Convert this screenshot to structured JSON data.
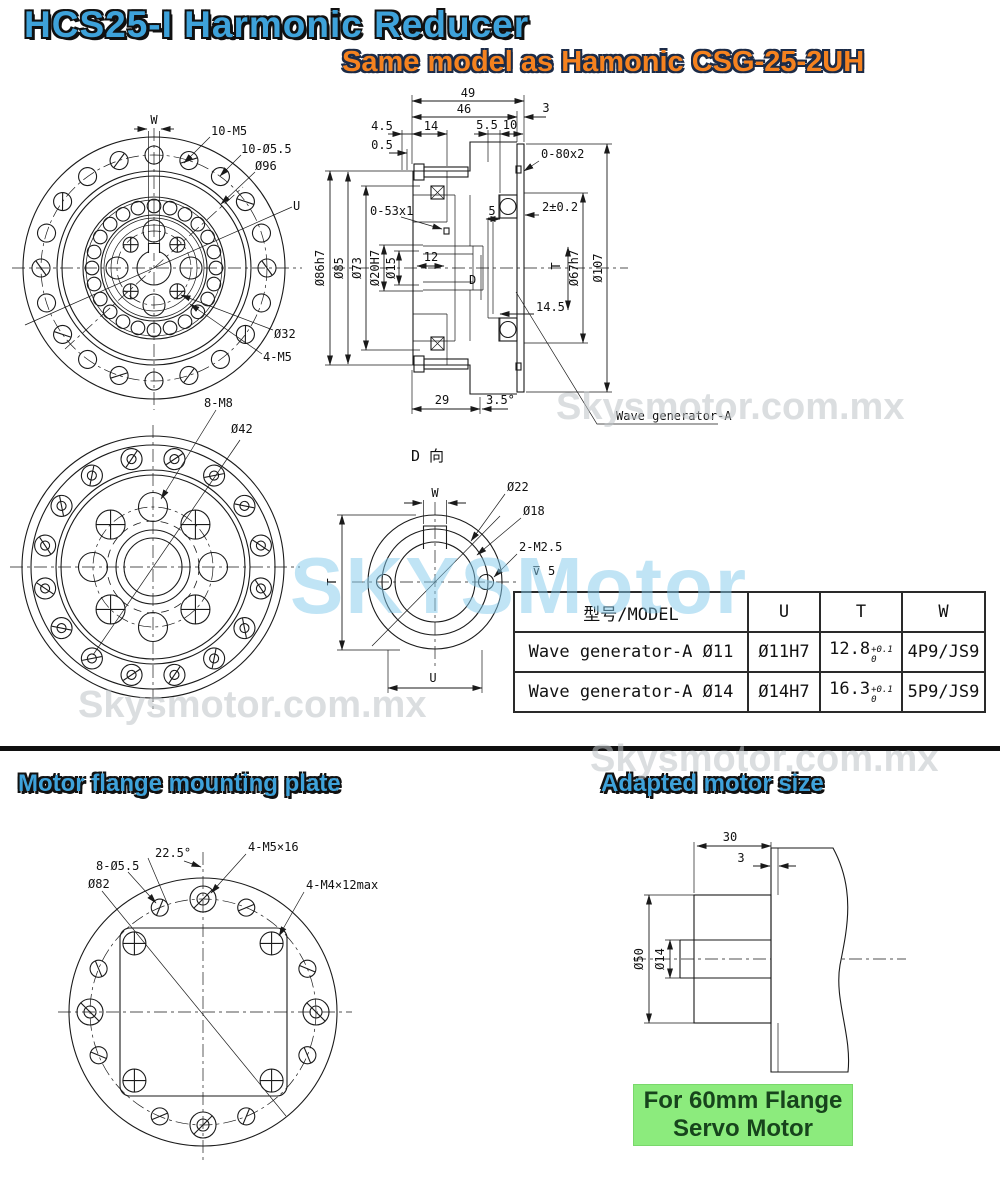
{
  "header": {
    "title": "HCS25-I Harmonic Reducer",
    "subtitle": "Same model as Hamonic CSG-25-2UH"
  },
  "colors": {
    "title_blue": "#3ea2da",
    "subtitle_orange": "#f5821f",
    "green_box_bg": "#8ceb7d",
    "green_box_text": "#17441c",
    "drawing_line": "#1a1a1a",
    "watermark_blue": "#82caec"
  },
  "front_view": {
    "dim_w": "W",
    "label_10m5": "10-M5",
    "label_10d55": "10-Ø5.5",
    "label_d96": "Ø96",
    "label_u": "U",
    "label_d32": "Ø32",
    "label_4m5": "4-M5"
  },
  "section": {
    "dim_49": "49",
    "dim_46": "46",
    "dim_3": "3",
    "dim_45": "4.5",
    "dim_05": "0.5",
    "dim_14": "14",
    "dim_55": "5.5",
    "dim_10": "10",
    "dim_d86": "Ø86h7",
    "dim_d85": "Ø85",
    "dim_d73": "Ø73",
    "dim_d20": "Ø20H7",
    "dim_d15": "Ø15",
    "dim_12": "12",
    "dim_5": "5",
    "dim_2": "2±0.2",
    "dim_t": "T",
    "dim_d": "D",
    "dim_145": "14.5",
    "dim_d67": "Ø67h7",
    "dim_d107": "Ø107",
    "dim_29": "29",
    "dim_35deg": "3.5°",
    "label_o80": "0-80x2",
    "label_o53": "0-53x1",
    "label_wave": "Wave generator-A",
    "label_dview": "D 向"
  },
  "output_view": {
    "label_8m8": "8-M8",
    "label_d42": "Ø42"
  },
  "d_view": {
    "dim_w": "W",
    "dim_t": "T",
    "dim_u": "U",
    "label_d22": "Ø22",
    "label_d18": "Ø18",
    "label_2m25": "2-M2.5",
    "label_depth": "⊽ 5"
  },
  "table": {
    "col_model": "型号/MODEL",
    "col_u": "U",
    "col_t": "T",
    "col_w": "W",
    "rows": [
      {
        "model": "Wave generator-A Ø11",
        "u": "Ø11H7",
        "t": "12.8",
        "t_tol_top": "+0.1",
        "t_tol_bot": "0",
        "w": "4P9/JS9"
      },
      {
        "model": "Wave generator-A Ø14",
        "u": "Ø14H7",
        "t": "16.3",
        "t_tol_top": "+0.1",
        "t_tol_bot": "0",
        "w": "5P9/JS9"
      }
    ]
  },
  "sections": {
    "left_title": "Motor flange mounting plate",
    "right_title": "Adapted motor size"
  },
  "plate": {
    "label_8d55": "8-Ø5.5",
    "label_225": "22.5°",
    "label_4m5": "4-M5×16",
    "label_d82": "Ø82",
    "label_4m4": "4-M4×12max"
  },
  "motor": {
    "dim_30": "30",
    "dim_3": "3",
    "dim_d50": "Ø50",
    "dim_d14": "Ø14"
  },
  "green_box": {
    "line1": "For 60mm Flange",
    "line2": "Servo Motor"
  },
  "watermarks": {
    "small": "Skysmotor.com.mx",
    "big": "SKYSMotor"
  }
}
